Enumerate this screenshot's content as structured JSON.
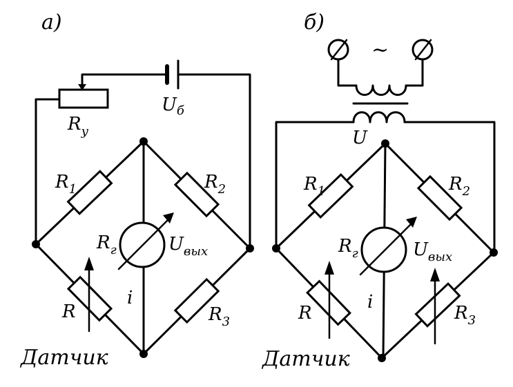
{
  "panels": {
    "a": {
      "title": "а)",
      "labels": {
        "r1": "R",
        "r1_sub": "1",
        "r2": "R",
        "r2_sub": "2",
        "r3": "R",
        "r3_sub": "3",
        "rg": "R",
        "rg_sub": "г",
        "uout": "U",
        "uout_sub": "вых",
        "r": "R",
        "i": "i",
        "ry": "R",
        "ry_sub": "у",
        "ub": "U",
        "ub_sub": "б",
        "sensor": "Датчик"
      }
    },
    "b": {
      "title": "б)",
      "labels": {
        "r1": "R",
        "r1_sub": "1",
        "r2": "R",
        "r2_sub": "2",
        "r3": "R",
        "r3_sub": "3",
        "rg": "R",
        "rg_sub": "г",
        "uout": "U",
        "uout_sub": "вых",
        "r": "R",
        "i": "i",
        "u": "U",
        "ac": "~",
        "sensor": "Датчик"
      }
    }
  }
}
